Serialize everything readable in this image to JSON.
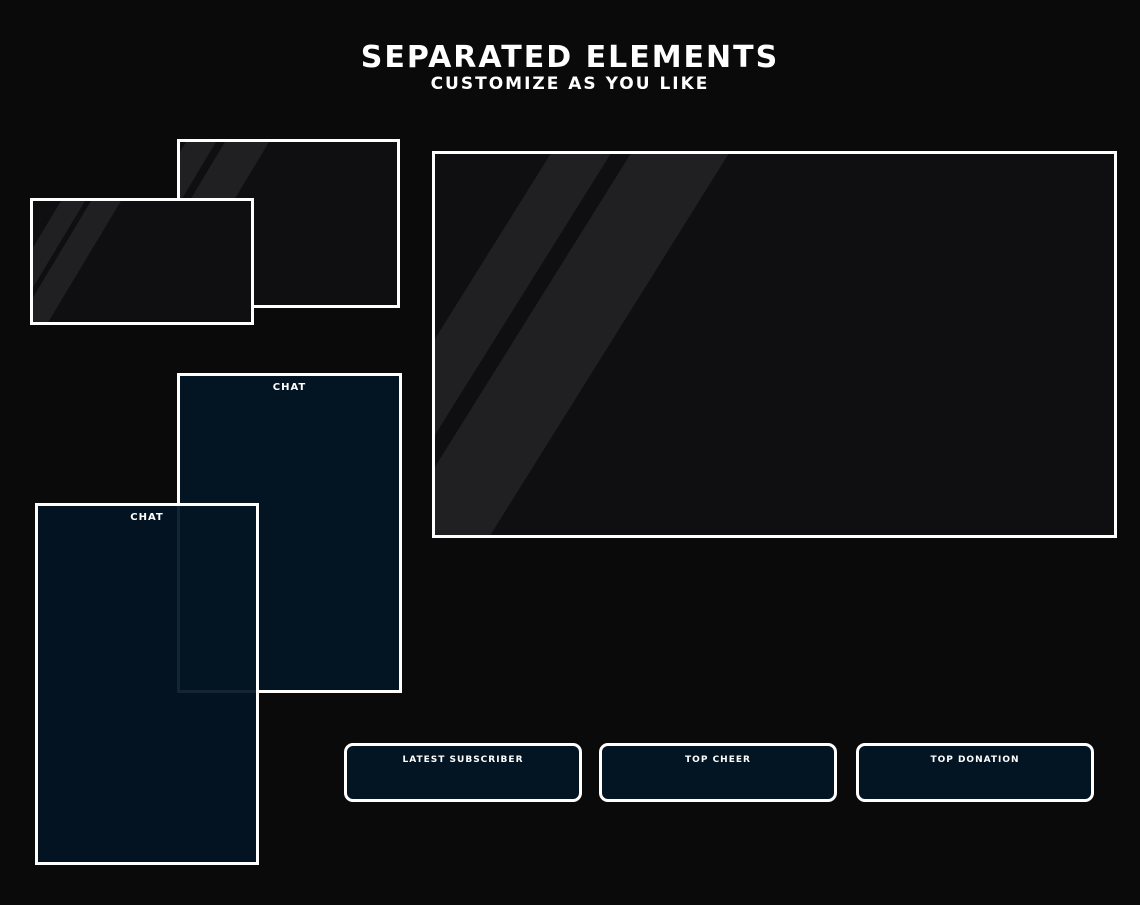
{
  "header": {
    "title": "SEPARATED ELEMENTS",
    "subtitle": "CUSTOMIZE AS YOU LIKE"
  },
  "chat_panels": [
    {
      "label": "CHAT"
    },
    {
      "label": "CHAT"
    }
  ],
  "alerts": {
    "latest_subscriber": "LATEST SUBSCRIBER",
    "top_cheer": "TOP CHEER",
    "top_donation": "TOP DONATION"
  },
  "colors": {
    "background": "#0a0a0a",
    "frame_border": "#ffffff",
    "frame_fill": "#0f0e11",
    "panel_fill": "#031423",
    "text": "#ffffff"
  }
}
